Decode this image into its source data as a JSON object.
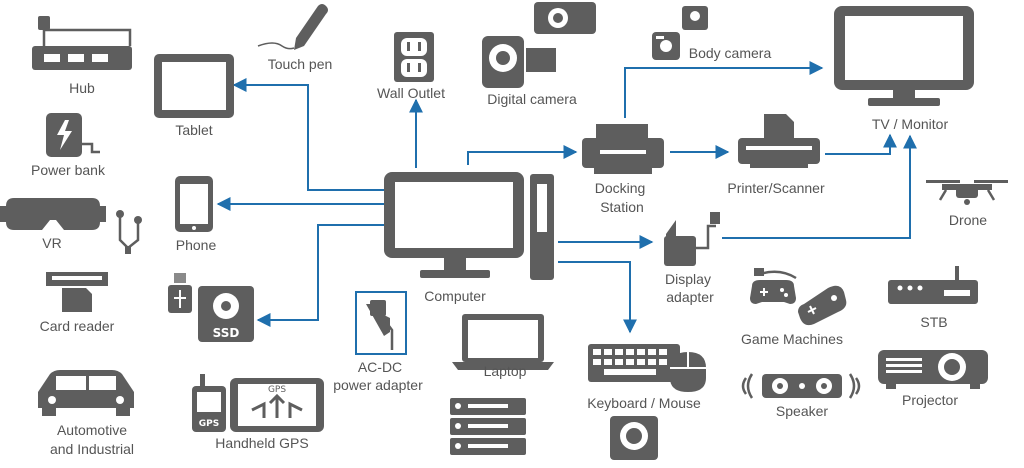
{
  "colors": {
    "icon": "#5e5e5e",
    "label": "#555555",
    "arrow": "#1f6fad",
    "background": "#ffffff"
  },
  "labels": {
    "hub": "Hub",
    "power_bank": "Power bank",
    "vr": "VR",
    "card_reader": "Card reader",
    "automotive_line1": "Automotive",
    "automotive_line2": "and Industrial",
    "tablet": "Tablet",
    "touch_pen": "Touch pen",
    "phone": "Phone",
    "handheld_gps": "Handheld GPS",
    "ac_dc_line1": "AC-DC",
    "ac_dc_line2": "power adapter",
    "wall_outlet": "Wall Outlet",
    "digital_camera": "Digital camera",
    "computer": "Computer",
    "laptop": "Laptop",
    "docking_line1": "Docking",
    "docking_line2": "Station",
    "body_camera": "Body camera",
    "printer_scanner": "Printer/Scanner",
    "tv_monitor": "TV / Monitor",
    "drone": "Drone",
    "display_line1": "Display",
    "display_line2": "adapter",
    "keyboard_mouse": "Keyboard / Mouse",
    "game_machines": "Game Machines",
    "stb": "STB",
    "speaker": "Speaker",
    "projector": "Projector"
  },
  "icon_text": {
    "ssd": "SSD",
    "gps": "GPS"
  },
  "icons": [
    "hub-icon",
    "power-bank-icon",
    "vr-headset-icon",
    "earphones-icon",
    "card-reader-icon",
    "car-icon",
    "tablet-icon",
    "pen-icon",
    "phone-icon",
    "usb-icon",
    "ssd-icon",
    "gps-icon",
    "plug-icon",
    "outlet-icon",
    "camera-icon",
    "monitor-icon",
    "tower-icon",
    "laptop-icon",
    "server-icon",
    "webcam-icon",
    "printer-icon",
    "tv-icon",
    "drone-icon",
    "adapter-icon",
    "keyboard-icon",
    "mouse-icon",
    "gamepad-icon",
    "stb-icon",
    "speaker-icon",
    "projector-icon"
  ]
}
